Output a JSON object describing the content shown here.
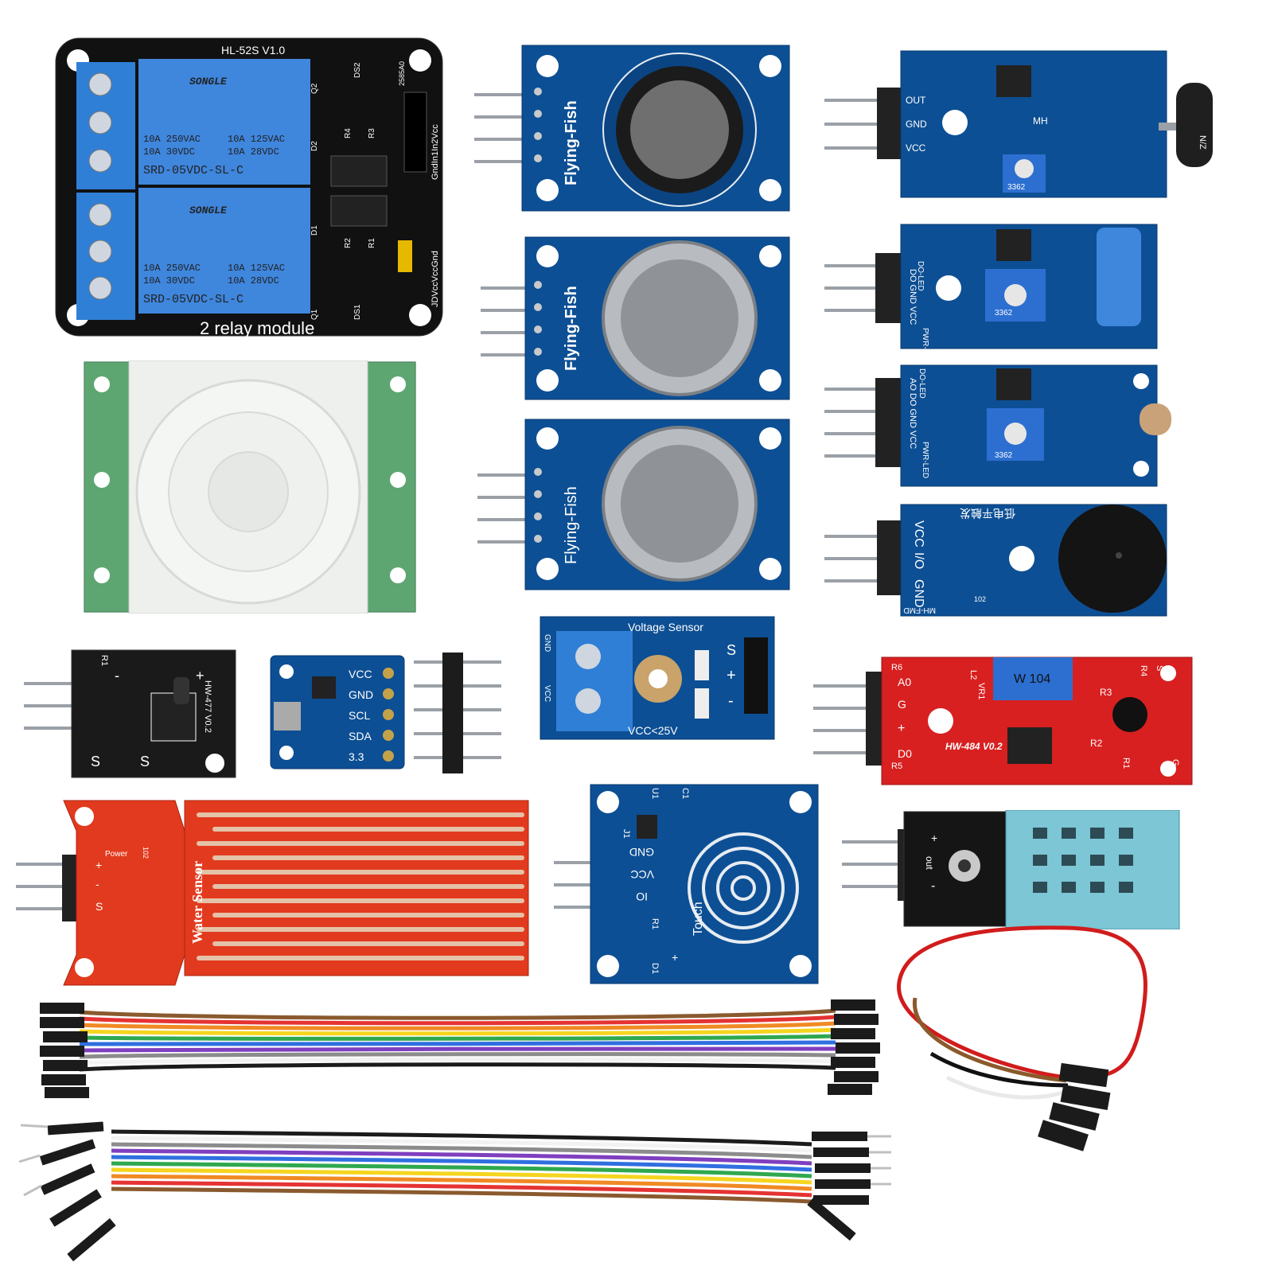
{
  "relay": {
    "title": "2 relay module",
    "model": "HL-52S V1.0",
    "brand": "SONGLE",
    "spec1": "10A 250VAC",
    "spec2": "10A 125VAC",
    "spec3": "10A 30VDC",
    "spec4": "10A 28VDC",
    "part": "SRD-05VDC-SL-C",
    "pins_top": "GndIn1In2Vcc",
    "pins_jd": "JDVccVccGnd",
    "ref_q2": "Q2",
    "ref_q1": "Q1",
    "ref_d2": "D2",
    "ref_d1": "D1",
    "ref_ds2": "DS2",
    "ref_ds1": "DS1",
    "ref_r4": "R4",
    "ref_r3": "R3",
    "ref_r2": "R2",
    "ref_r1": "R1",
    "ref_code": "2585A0"
  },
  "gas_sensors": [
    {
      "brand": "Flying-Fish"
    },
    {
      "brand": "Flying-Fish"
    },
    {
      "brand": "Flying-Fish"
    }
  ],
  "sound_sensor": {
    "out": "OUT",
    "gnd": "GND",
    "vcc": "VCC",
    "mh": "MH",
    "pot": "3362",
    "mic": "N/Z"
  },
  "tilt_sensor": {
    "do_led": "DO-LED",
    "pins": "DO GND VCC",
    "pwr": "PWR-LED",
    "pot": "3362"
  },
  "light_sensor": {
    "do_led": "DO-LED",
    "pins": "AO DO GND VCC",
    "pwr": "PWR-LED",
    "pot": "3362"
  },
  "buzzer": {
    "vcc": "VCC",
    "io": "I/O",
    "gnd": "GND",
    "model": "MH-FMD",
    "res": "102",
    "cn": "低电平触发"
  },
  "voltage_sensor": {
    "title": "Voltage Sensor",
    "limit": "VCC<25V",
    "gnd": "GND",
    "vcc": "VCC",
    "s": "S",
    "plus": "+",
    "minus": "-"
  },
  "hall_sensor": {
    "model": "HW-477 V0.2",
    "r1": "R1",
    "s1": "S",
    "s2": "S",
    "minus": "-",
    "plus": "+"
  },
  "gy_module": {
    "vcc": "VCC",
    "gnd": "GND",
    "scl": "SCL",
    "sda": "SDA",
    "v": "3.3"
  },
  "ir_sensor": {
    "model": "HW-484 V0.2",
    "a0": "A0",
    "g": "G",
    "plus": "+",
    "d0": "D0",
    "pot": "W 104",
    "l2": "L2",
    "vr1": "VR1",
    "r3": "R3",
    "r2": "R2",
    "r1": "R1",
    "r4": "R4",
    "r5": "R5",
    "r6": "R6",
    "g2": "G",
    "s": "S"
  },
  "water_sensor": {
    "title": "Water Sensor",
    "power": "Power",
    "plus": "+",
    "minus": "-",
    "s": "S",
    "res": "102"
  },
  "touch_sensor": {
    "gnd": "GND",
    "vcc": "VCC",
    "io": "IO",
    "touch": "Touch",
    "u1": "U1",
    "c1": "C1",
    "j1": "J1",
    "r1": "R1",
    "d1": "D1",
    "plus": "+"
  },
  "dht_module": {
    "out": "out",
    "plus": "+",
    "minus": "-"
  },
  "colors": {
    "pcb_blue": "#0d4f94",
    "pcb_red": "#d82020",
    "pcb_black": "#1a1a1a",
    "terminal_blue": "#2f7fd6",
    "relay_blue": "#2c6fd0",
    "dht_blue": "#7cc6d6"
  }
}
